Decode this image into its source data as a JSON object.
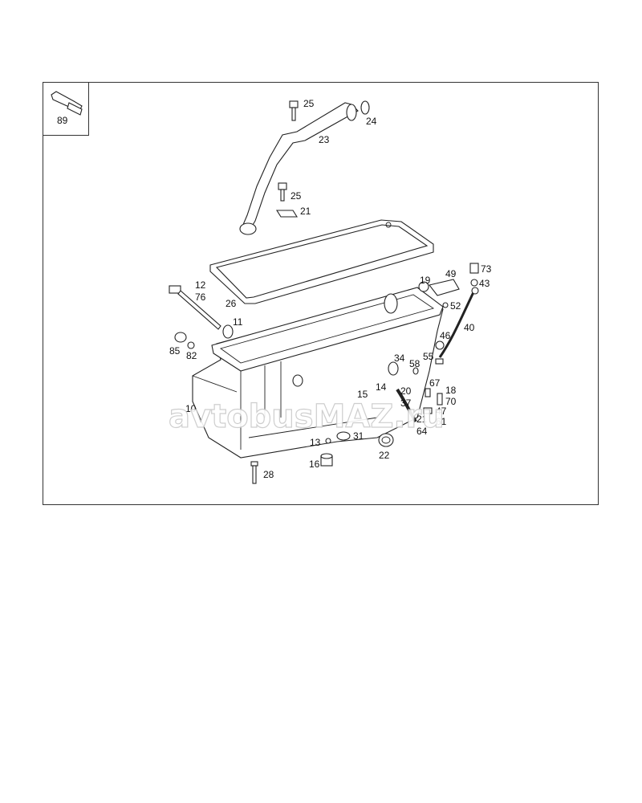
{
  "watermark": "avtobusMAZ.ru",
  "callouts": [
    "89",
    "25",
    "24",
    "23",
    "25",
    "21",
    "26",
    "12",
    "76",
    "11",
    "85",
    "82",
    "10",
    "49",
    "73",
    "19",
    "43",
    "52",
    "40",
    "46",
    "55",
    "34",
    "58",
    "14",
    "15",
    "67",
    "20",
    "18",
    "37",
    "70",
    "47",
    "21",
    "61",
    "64",
    "13",
    "31",
    "22",
    "16",
    "28"
  ]
}
